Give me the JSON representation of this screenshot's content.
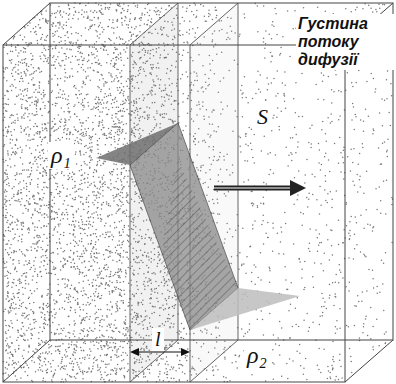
{
  "diagram": {
    "labels": [
      "ρ₁",
      "S",
      "Густина потоку дифузії",
      "l",
      "ρ₂"
    ]
  }
}
